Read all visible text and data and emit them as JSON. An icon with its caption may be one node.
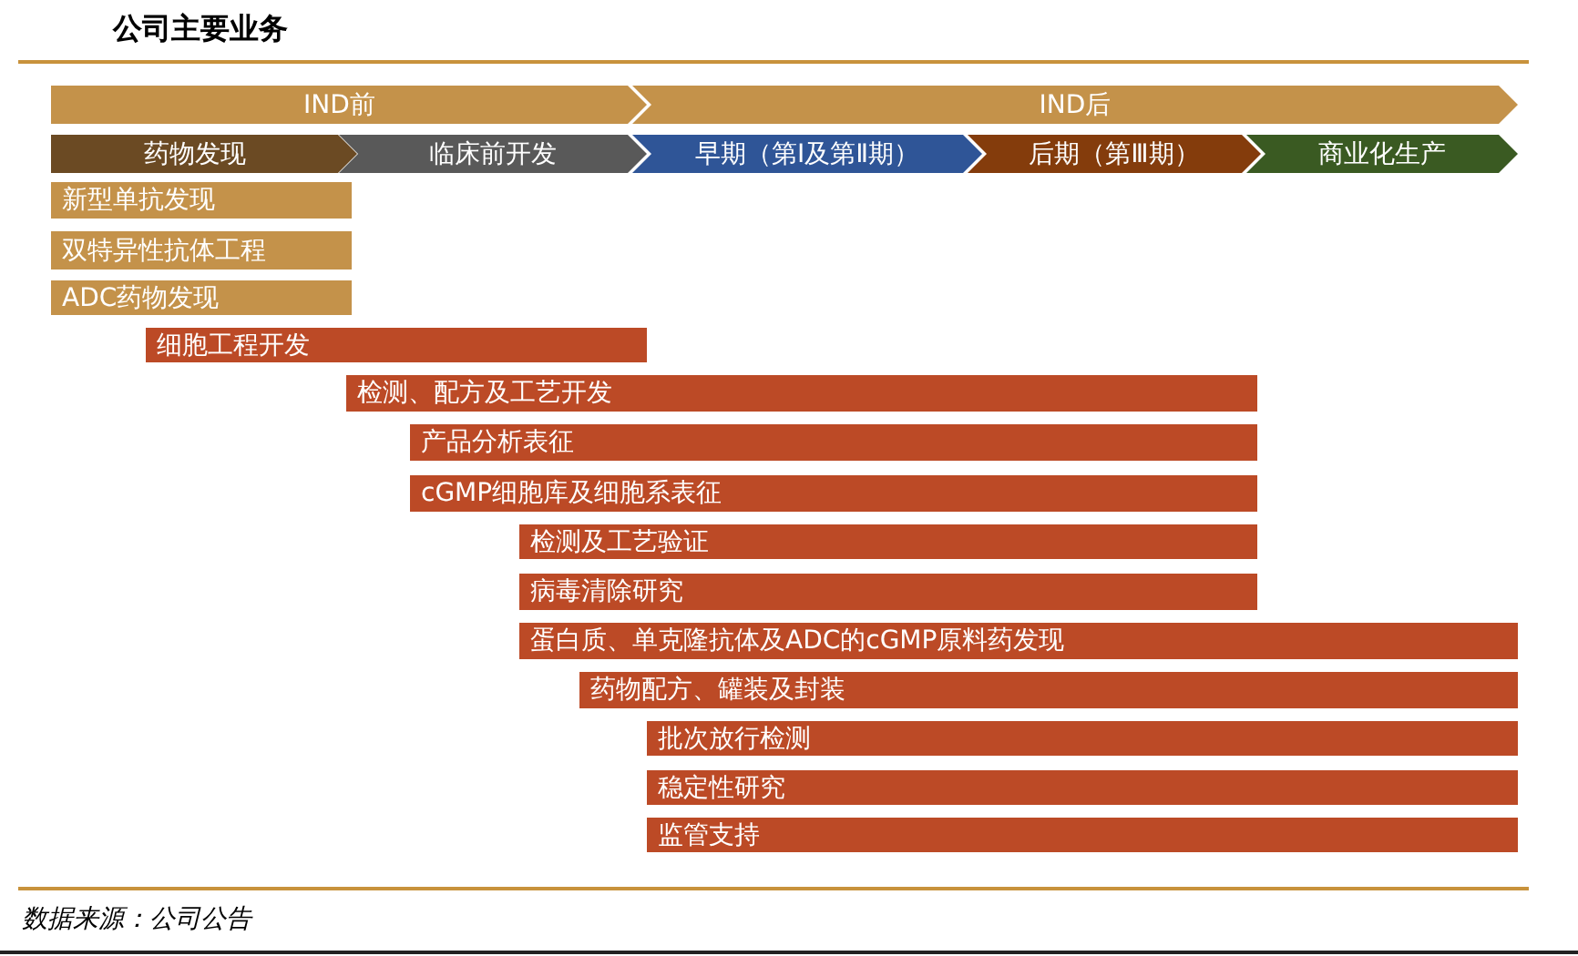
{
  "diagram": {
    "title": "公司主要业务",
    "nodes": [
      {
        "text": [
          "IND前"
        ]
      },
      {
        "text": [
          "IND后"
        ]
      },
      {
        "text": [
          "药物发现"
        ]
      },
      {
        "text": [
          "临床前开发"
        ]
      },
      {
        "text": [
          "早期（第Ⅰ及第Ⅱ期）"
        ]
      },
      {
        "text": [
          "后期（第Ⅲ期）"
        ]
      },
      {
        "text": [
          "商业化生产"
        ]
      },
      {
        "text": [
          "新型单抗发现"
        ]
      },
      {
        "text": [
          "双特异性抗体工程"
        ]
      },
      {
        "text": [
          "ADC药物发现"
        ]
      },
      {
        "text": [
          "细胞工程开发"
        ]
      },
      {
        "text": [
          "检测、配方及工艺开发"
        ]
      },
      {
        "text": [
          "产品分析表征"
        ]
      },
      {
        "text": [
          "cGMP细胞库及细胞系表征"
        ]
      },
      {
        "text": [
          "检测及工艺验证"
        ]
      },
      {
        "text": [
          "病毒清除研究"
        ]
      },
      {
        "text": [
          "蛋白质、单克隆抗体及ADC的cGMP原料药发现"
        ]
      },
      {
        "text": [
          "药物配方、罐装及封装"
        ]
      },
      {
        "text": [
          "批次放行检测"
        ]
      },
      {
        "text": [
          "稳定性研究"
        ]
      },
      {
        "text": [
          "监管支持"
        ]
      }
    ],
    "caption": "数据来源：公司公告"
  }
}
